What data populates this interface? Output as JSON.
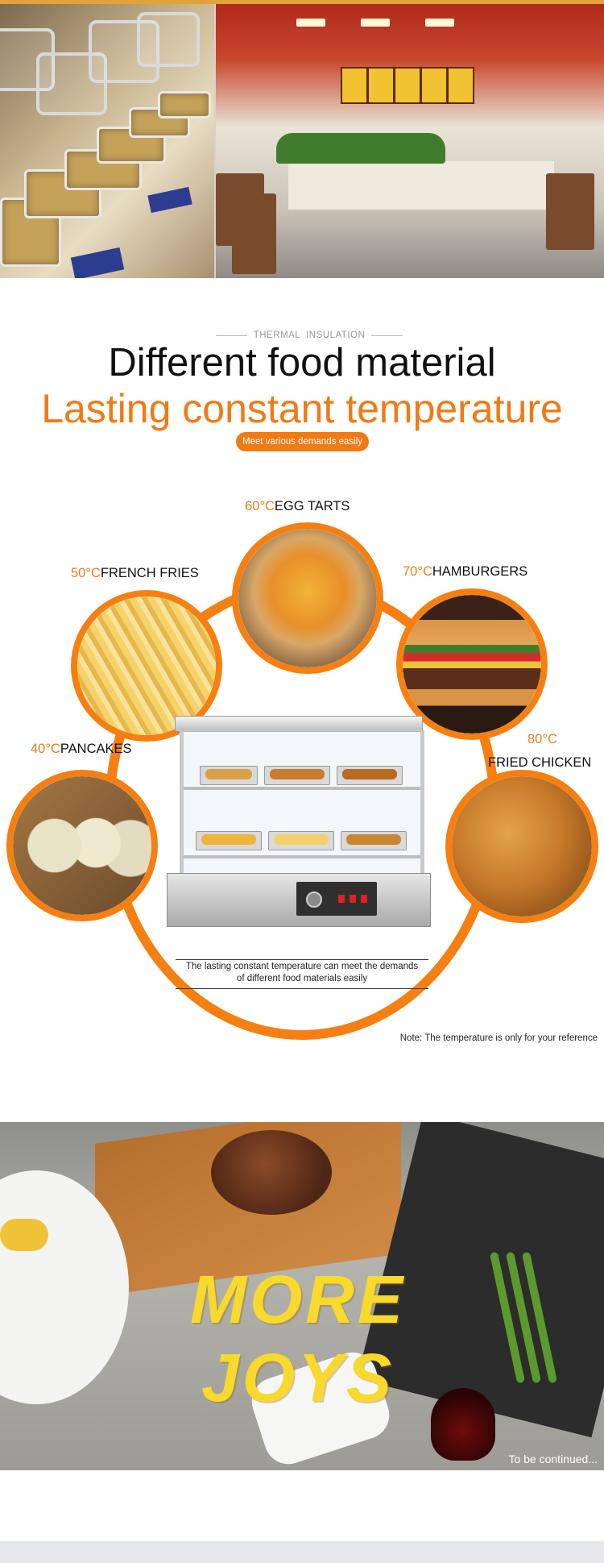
{
  "header": {
    "eyebrow": "THERMAL  INSULATION",
    "title_line_1": "Different food material",
    "title_line_2": "Lasting constant temperature",
    "pill_text": "Meet various demands easily"
  },
  "foods": [
    {
      "temp": "60°C",
      "name": "EGG TARTS",
      "icon": "egg-tart-photo"
    },
    {
      "temp": "50°C",
      "name": "FRENCH FRIES",
      "icon": "french-fries-photo"
    },
    {
      "temp": "70°C",
      "name": "HAMBURGERS",
      "icon": "hamburger-photo"
    },
    {
      "temp": "40°C",
      "name": "PANCAKES",
      "icon": "pancake-photo"
    },
    {
      "temp": "80°C",
      "name": "FRIED CHICKEN",
      "icon": "fried-chicken-photo"
    }
  ],
  "caption": {
    "line_1": "The lasting constant temperature can meet the demands",
    "line_2": "of different food materials easily"
  },
  "note": "Note: The temperature is only for your reference",
  "banner": {
    "headline": "MORE JOYS",
    "continued": "To be continued..."
  },
  "colors": {
    "accent_orange": "#f07a14",
    "ring_orange": "#f57f11",
    "headline_yellow": "#f8d92c"
  }
}
